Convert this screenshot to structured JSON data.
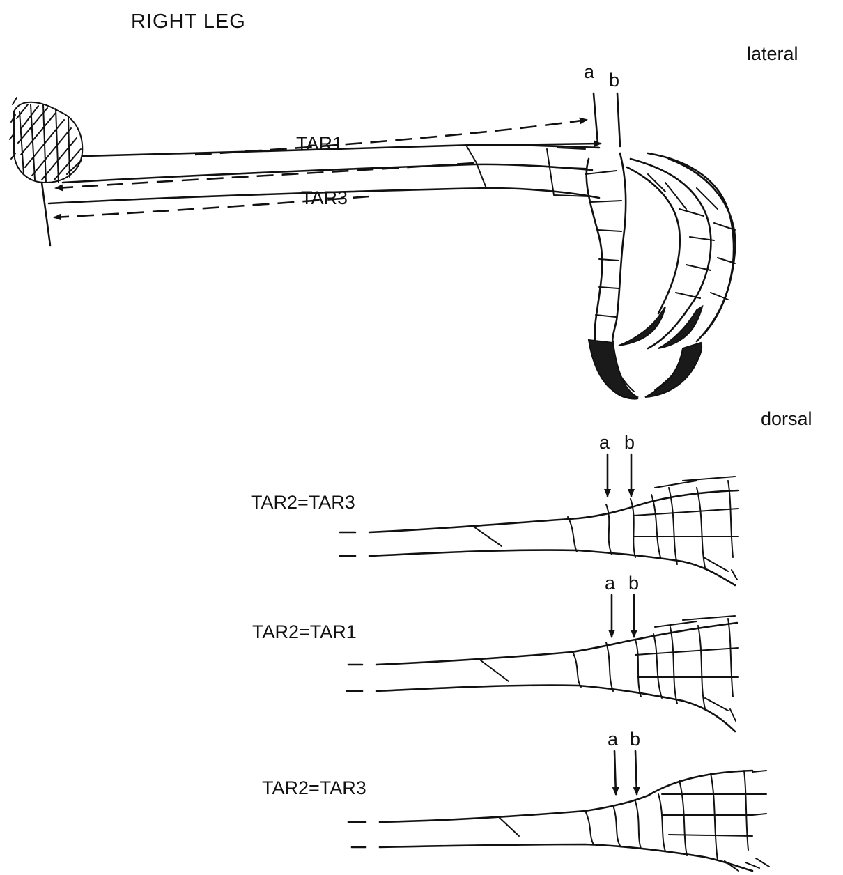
{
  "title": "RIGHT LEG",
  "views": {
    "lateral": "lateral",
    "dorsal": "dorsal"
  },
  "lateral_view": {
    "marker_a": "a",
    "marker_b": "b",
    "tar1_label": "TAR1",
    "tar3_label": "TAR3"
  },
  "dorsal_panels": [
    {
      "caption": "TAR2=TAR3",
      "marker_a": "a",
      "marker_b": "b"
    },
    {
      "caption": "TAR2=TAR1",
      "marker_a": "a",
      "marker_b": "b"
    },
    {
      "caption": "TAR2=TAR3",
      "marker_a": "a",
      "marker_b": "b"
    }
  ]
}
